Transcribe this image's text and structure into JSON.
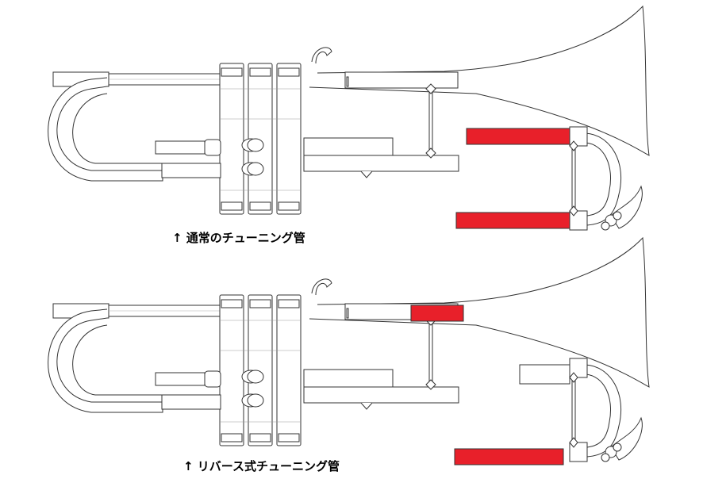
{
  "captions": {
    "normal": "↑ 通常のチューニング管",
    "reverse": "↑ リバース式チューニング管"
  },
  "colors": {
    "highlight": "#e8202a",
    "outline": "#333333",
    "fill": "#ffffff",
    "background": "#ffffff"
  },
  "icons": {
    "instrument": "trumpet-line-drawing"
  }
}
